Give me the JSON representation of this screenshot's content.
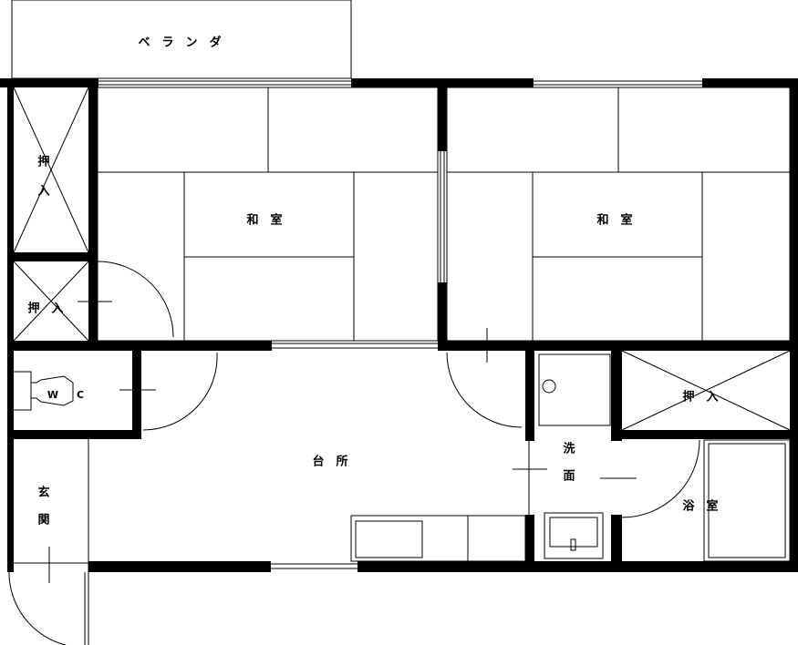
{
  "title": "間取り図",
  "rooms": {
    "veranda": "ベ　ラ　ン　ダ",
    "closet_top_left_1": "押",
    "closet_top_left_2": "入",
    "closet_mid_left": "押　入",
    "washitsu_left": "和　室",
    "washitsu_right": "和　室",
    "wc_w": "W",
    "wc_c": "C",
    "kitchen": "台　所",
    "closet_right": "押　入",
    "senmen_1": "洗",
    "senmen_2": "面",
    "bath": "浴　室",
    "genkan_1": "玄",
    "genkan_2": "関"
  },
  "colors": {
    "line": "#000000",
    "background": "#ffffff"
  }
}
